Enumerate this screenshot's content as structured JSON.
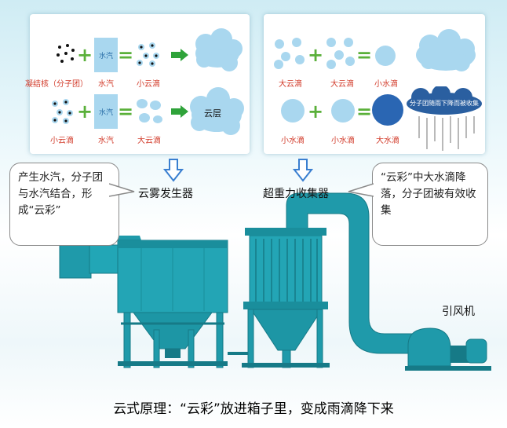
{
  "panel_left": {
    "row1": {
      "nuclei_label": "凝结核（分子团）",
      "vapor_box_text": "水汽",
      "vapor_label": "水汽",
      "result_label": "小云滴"
    },
    "row2": {
      "input_label": "小云滴",
      "vapor_box_text": "水汽",
      "vapor_label": "水汽",
      "result_label": "大云滴",
      "cloud_text": "云层"
    }
  },
  "panel_right": {
    "row1": {
      "a": "大云滴",
      "b": "大云滴",
      "c": "小水滴"
    },
    "row2": {
      "a": "小水滴",
      "b": "小水滴",
      "c": "大水滴",
      "rain_cloud_text": "分子团随雨下降而被收集"
    }
  },
  "callouts": {
    "left": "产生水汽，分子团与水汽结合，形成“云彩”",
    "right": "“云彩”中大水滴降落，分子团被有效收集"
  },
  "labels": {
    "cloud_generator": "云雾发生器",
    "super_gravity": "超重力收集器",
    "fan": "引风机"
  },
  "caption": "云式原理：“云彩”放进箱子里，变成雨滴降下来",
  "colors": {
    "equipment": "#1f9aaa",
    "equipment_dark": "#167a87",
    "drop": "#a9d7ef",
    "big_drop": "#2a66b3",
    "arrow": "#3a7fd0"
  }
}
